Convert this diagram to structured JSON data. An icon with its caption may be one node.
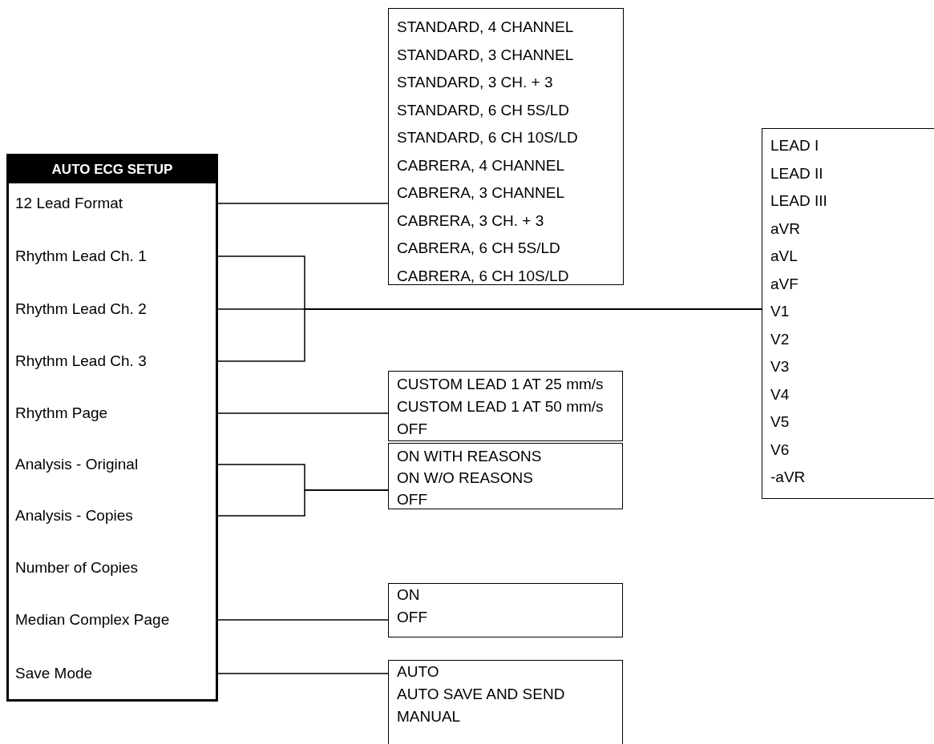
{
  "diagram": {
    "nodes": [
      {
        "text": [
          "AUTO ECG SETUP"
        ]
      },
      {
        "text": [
          "12 Lead Format"
        ],
        "in": 0
      },
      {
        "text": [
          "Rhythm Lead Ch. 1"
        ],
        "in": 0
      },
      {
        "text": [
          "Rhythm Lead Ch. 2"
        ],
        "in": 0
      },
      {
        "text": [
          "Rhythm Lead Ch. 3"
        ],
        "in": 0
      },
      {
        "text": [
          "Rhythm Page"
        ],
        "in": 0
      },
      {
        "text": [
          "Analysis - Original"
        ],
        "in": 0
      },
      {
        "text": [
          "Analysis - Copies"
        ],
        "in": 0
      },
      {
        "text": [
          "Number of Copies"
        ],
        "in": 0
      },
      {
        "text": [
          "Median Complex Page"
        ],
        "in": 0
      },
      {
        "text": [
          "Save Mode"
        ],
        "in": 0
      },
      {
        "text": [
          "STANDARD, 4 CHANNEL",
          "STANDARD, 3 CHANNEL",
          "STANDARD, 3 CH. + 3",
          "STANDARD, 6 CH 5S/LD",
          "STANDARD, 6 CH 10S/LD",
          "CABRERA, 4 CHANNEL",
          "CABRERA, 3 CHANNEL",
          "CABRERA, 3 CH. + 3",
          "CABRERA, 6 CH 5S/LD",
          "CABRERA, 6 CH 10S/LD"
        ]
      },
      {
        "text": [
          "LEAD I",
          "LEAD II",
          "LEAD III",
          "aVR",
          "aVL",
          "aVF",
          "V1",
          "V2",
          "V3",
          "V4",
          "V5",
          "V6",
          "-aVR"
        ]
      },
      {
        "text": [
          "CUSTOM LEAD 1 AT 25 mm/s",
          "CUSTOM LEAD 1 AT 50 mm/s",
          "OFF"
        ]
      },
      {
        "text": [
          "ON WITH REASONS",
          "ON W/O REASONS",
          "OFF"
        ]
      },
      {
        "text": [
          "ON",
          "OFF"
        ]
      },
      {
        "text": [
          "AUTO",
          "AUTO SAVE AND SEND",
          "MANUAL"
        ]
      }
    ],
    "edges": [
      {
        "from": 1,
        "to": 11,
        "arrow": "none"
      },
      {
        "from": 2,
        "to": 12,
        "arrow": "none"
      },
      {
        "from": 3,
        "to": 12,
        "arrow": "none"
      },
      {
        "from": 4,
        "to": 12,
        "arrow": "none"
      },
      {
        "from": 5,
        "to": 13,
        "arrow": "none"
      },
      {
        "from": 6,
        "to": 14,
        "arrow": "none"
      },
      {
        "from": 7,
        "to": 14,
        "arrow": "none"
      },
      {
        "from": 9,
        "to": 15,
        "arrow": "none"
      },
      {
        "from": 10,
        "to": 16,
        "arrow": "none"
      }
    ]
  }
}
